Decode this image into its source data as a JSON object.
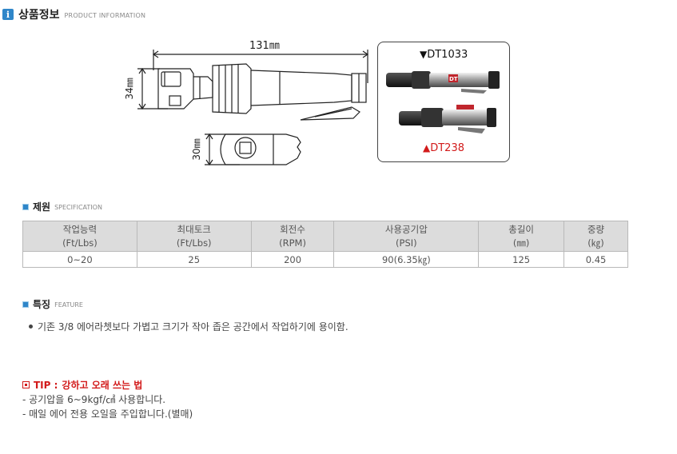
{
  "header": {
    "title": "상품정보",
    "subtitle": "PRODUCT INFORMATION",
    "icon": "info-icon"
  },
  "drawing": {
    "dim_length": "131㎜",
    "dim_height": "34㎜",
    "dim_depth": "30㎜"
  },
  "photo": {
    "model_top": "DT1033",
    "model_bottom": "DT238",
    "brand_mark": "DT"
  },
  "spec": {
    "title": "제원",
    "subtitle": "SPECIFICATION",
    "headers": [
      {
        "label": "작업능력",
        "unit": "(Ft/Lbs)"
      },
      {
        "label": "최대토크",
        "unit": "(Ft/Lbs)"
      },
      {
        "label": "회전수",
        "unit": "(RPM)"
      },
      {
        "label": "사용공기압",
        "unit": "(PSI)"
      },
      {
        "label": "총길이",
        "unit": "(㎜)"
      },
      {
        "label": "중량",
        "unit": "(㎏)"
      }
    ],
    "row": [
      "0~20",
      "25",
      "200",
      "90(6.35㎏)",
      "125",
      "0.45"
    ]
  },
  "feature": {
    "title": "특징",
    "subtitle": "FEATURE",
    "items": [
      "기존 3/8 에어라쳇보다 가볍고 크기가 작아 좁은 공간에서 작업하기에 용이함."
    ]
  },
  "tip": {
    "label": "TIP :",
    "title": "강하고 오래 쓰는 법",
    "notes": [
      "- 공기압을 6~9kgf/㎠ 사용합니다.",
      "- 매일 에어 전용 오일을 주입합니다.(별매)"
    ]
  },
  "colors": {
    "accent_blue": "#2f86c9",
    "tip_red": "#d21a1a",
    "table_header_bg": "#dcdcdc"
  }
}
